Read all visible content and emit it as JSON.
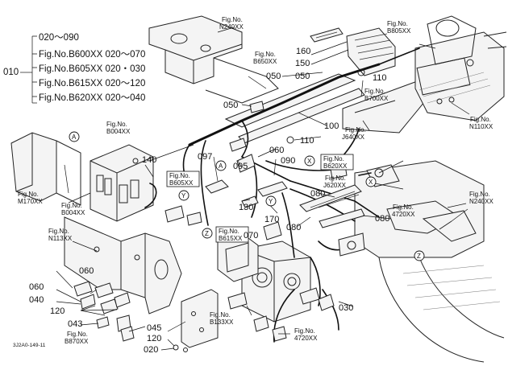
{
  "figure_code": "3J2A0-149-11",
  "callout_main": {
    "number": "010",
    "lines": [
      "020～090",
      "Fig.No.B600XX  020～070",
      "Fig.No.B605XX  020・030",
      "Fig.No.B615XX  020～120",
      "Fig.No.B620XX  020～040"
    ]
  },
  "fig_refs": [
    {
      "line1": "Fig.No.",
      "line2": "N240XX"
    },
    {
      "line1": "Fig.No.",
      "line2": "B650XX"
    },
    {
      "line1": "Fig.No.",
      "line2": "B805XX"
    },
    {
      "line1": "Fig.No.",
      "line2": "B700XX"
    },
    {
      "line1": "Fig.No.",
      "line2": "J640XX"
    },
    {
      "line1": "Fig.No.",
      "line2": "N110XX"
    },
    {
      "line1": "Fig.No.",
      "line2": "B004XX"
    },
    {
      "line1": "Fig.No.",
      "line2": "B605XX"
    },
    {
      "line1": "Fig.No.",
      "line2": "B620XX"
    },
    {
      "line1": "Fig.No.",
      "line2": "J620XX"
    },
    {
      "line1": "Fig.No.",
      "line2": "N240XX"
    },
    {
      "line1": "Fig.No.",
      "line2": "M170XX"
    },
    {
      "line1": "Fig.No.",
      "line2": "B004XX"
    },
    {
      "line1": "Fig.No.",
      "line2": "N113XX"
    },
    {
      "line1": "Fig.No.",
      "line2": "B615XX"
    },
    {
      "line1": "Fig.No.",
      "line2": "4720XX"
    },
    {
      "line1": "Fig.No.",
      "line2": "B133XX"
    },
    {
      "line1": "Fig.No.",
      "line2": "4720XX"
    },
    {
      "line1": "Fig.No.",
      "line2": "B870XX"
    }
  ],
  "part_numbers": [
    "160",
    "150",
    "050",
    "050",
    "110",
    "050",
    "100",
    "110",
    "060",
    "140",
    "097",
    "095",
    "090",
    "080",
    "080",
    "130",
    "170",
    "070",
    "080",
    "060",
    "060",
    "040",
    "120",
    "043",
    "045",
    "120",
    "020",
    "030"
  ],
  "markers": [
    "A",
    "A",
    "X",
    "X",
    "Y",
    "Y",
    "Z",
    "Z"
  ]
}
